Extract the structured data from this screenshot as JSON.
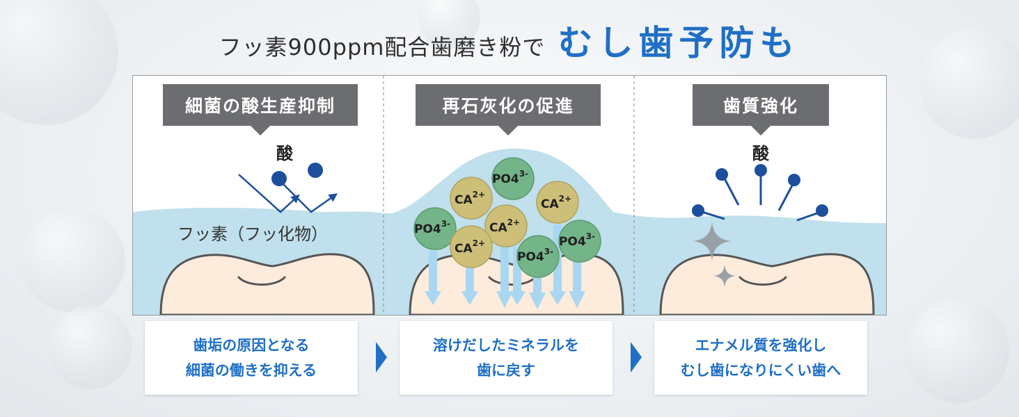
{
  "headline": {
    "lead": "フッ素900ppm配合歯磨き粉で",
    "emphasis": "むし歯予防も"
  },
  "panels": [
    {
      "label": "細菌の酸生産抑制",
      "acid": "酸",
      "fluoride": "フッ素（フッ化物）"
    },
    {
      "label": "再石灰化の促進"
    },
    {
      "label": "歯質強化",
      "acid": "酸"
    }
  ],
  "ions": {
    "ca": {
      "main": "CA",
      "sup": "2+"
    },
    "po": {
      "main": "PO4",
      "sup": "3-"
    }
  },
  "cards": [
    {
      "line1": "歯垢の原因となる",
      "line2": "細菌の働きを抑える"
    },
    {
      "line1": "溶けだしたミネラルを",
      "line2": "歯に戻す"
    },
    {
      "line1": "エナメル質を強化し",
      "line2": "むし歯になりにくい歯へ"
    }
  ],
  "colors": {
    "accent": "#1f6fc6",
    "label_bg": "#6b6d70",
    "water": "#bfe0ec",
    "tooth": "#fdebdc",
    "ca_ion": "#cdbf78",
    "po_ion": "#74b489",
    "dot": "#1c4f9c",
    "arrow_down": "#a9d7f1"
  },
  "icons": [
    "bacteria-acid-dot-icon",
    "deflect-arrow-icon",
    "sparkle-icon",
    "flow-arrow-icon",
    "chevron-right-icon"
  ]
}
